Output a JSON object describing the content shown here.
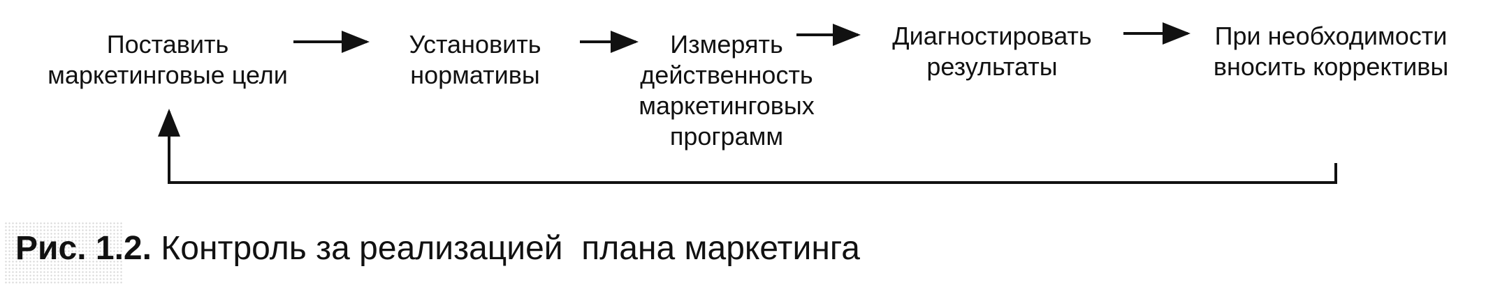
{
  "diagram": {
    "nodes": [
      {
        "id": "n1",
        "lines": [
          "Поставить",
          "маркетинговые цели"
        ]
      },
      {
        "id": "n2",
        "lines": [
          "Установить",
          "нормативы"
        ]
      },
      {
        "id": "n3",
        "lines": [
          "Измерять",
          "действенность",
          "маркетинговых",
          "программ"
        ]
      },
      {
        "id": "n4",
        "lines": [
          "Диагностировать",
          "результаты"
        ]
      },
      {
        "id": "n5",
        "lines": [
          "При необходимости",
          "вносить коррективы"
        ]
      }
    ],
    "edges": [
      {
        "from": "n1",
        "to": "n2"
      },
      {
        "from": "n2",
        "to": "n3"
      },
      {
        "from": "n3",
        "to": "n4"
      },
      {
        "from": "n4",
        "to": "n5"
      },
      {
        "from": "n5",
        "to": "n1",
        "kind": "feedback"
      }
    ],
    "line_color": "#111111"
  },
  "caption": {
    "label": "Рис. 1.2.",
    "text": "Контроль за реализацией  плана маркетинга"
  }
}
